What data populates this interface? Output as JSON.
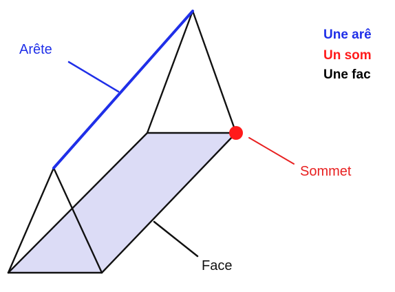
{
  "colors": {
    "edge": "#1f2fe8",
    "vertex": "#ff1a1a",
    "vertex_callout": "#e82020",
    "face_fill": "#dcdcf6",
    "outline": "#111111",
    "legend_face": "#000000"
  },
  "labels": {
    "edge": "Arête",
    "vertex": "Sommet",
    "face": "Face"
  },
  "legend": {
    "edge_line": "Une arê",
    "vertex_line": "Un som",
    "face_line": "Une fac"
  }
}
